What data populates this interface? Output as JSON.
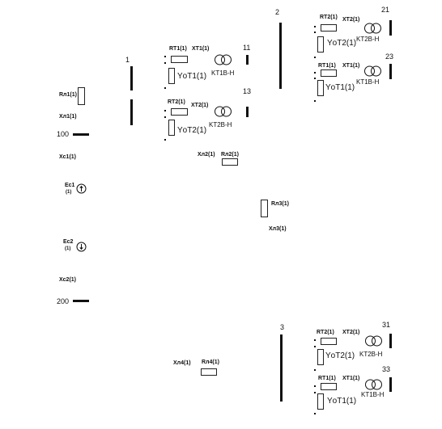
{
  "nodes": {
    "n1": "1",
    "n2": "2",
    "n3": "3",
    "n11": "11",
    "n13": "13",
    "n21": "21",
    "n23": "23",
    "n31": "31",
    "n33": "33",
    "n100": "100",
    "n200": "200"
  },
  "left": {
    "r_l1": "Rл1(1)",
    "x_l1": "Xл1(1)",
    "x_c1": "Xc1(1)",
    "e_c1": "Ec1",
    "e_c1_sub": "(1)",
    "e_c2": "Ec2",
    "e_c2_sub": "(1)",
    "x_c2": "Xc2(1)"
  },
  "mid": {
    "r_t1": "RT1(1)",
    "x_t1": "XT1(1)",
    "y_t1": "YоT1(1)",
    "k_t1": "KT1B-H",
    "r_t2": "RT2(1)",
    "x_t2": "XT2(1)",
    "y_t2": "YоT2(1)",
    "k_t2": "KT2B-H",
    "x_l2": "Xл2(1)",
    "r_l2": "Rл2(1)",
    "r_l3": "Rл3(1)",
    "x_l3": "Xл3(1)",
    "x_l4": "Xл4(1)",
    "r_l4": "Rл4(1)"
  },
  "right2": {
    "r_t2": "RT2(1)",
    "x_t2": "XT2(1)",
    "y_t2": "YоT2(1)",
    "k_t2": "KT2B-H",
    "r_t1": "RT1(1)",
    "x_t1": "XT1(1)",
    "y_t1": "YоT1(1)",
    "k_t1": "KT1B-H"
  },
  "right3": {
    "r_t2": "RT2(1)",
    "x_t2": "XT2(1)",
    "y_t2": "YоT2(1)",
    "k_t2": "KT2B-H",
    "r_t1": "RT1(1)",
    "x_t1": "XT1(1)",
    "y_t1": "YоT1(1)",
    "k_t1": "KT1B-H"
  },
  "icons": {
    "source_up": "source-arrow-up-icon",
    "source_down": "source-arrow-down-icon",
    "transformer": "transformer-two-circles-icon"
  },
  "colors": {
    "ink": "#111111",
    "background": "#ffffff"
  }
}
